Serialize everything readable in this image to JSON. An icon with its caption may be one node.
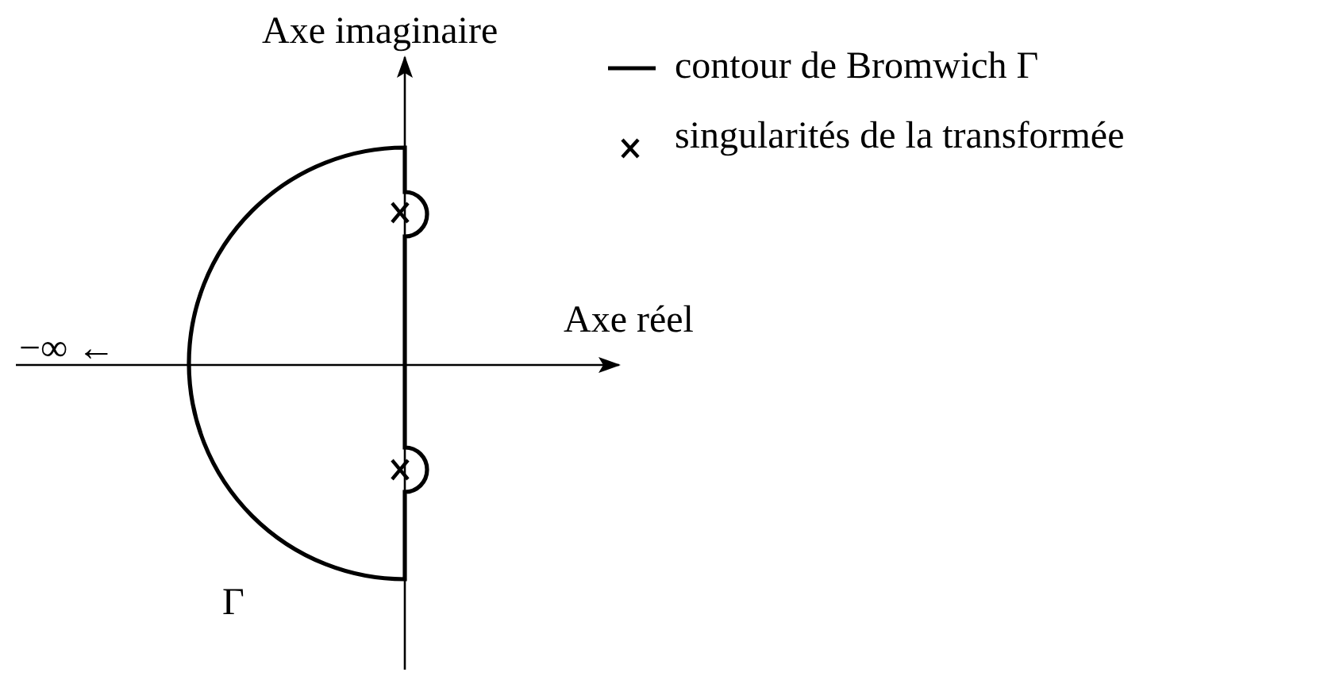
{
  "diagram": {
    "labels": [
      "Axe imaginaire",
      "Axe réel",
      "−∞ ←",
      "Γ"
    ],
    "legend": [
      {
        "text": "contour de Bromwich Γ"
      },
      {
        "text": "singularités de la transformée"
      }
    ]
  }
}
